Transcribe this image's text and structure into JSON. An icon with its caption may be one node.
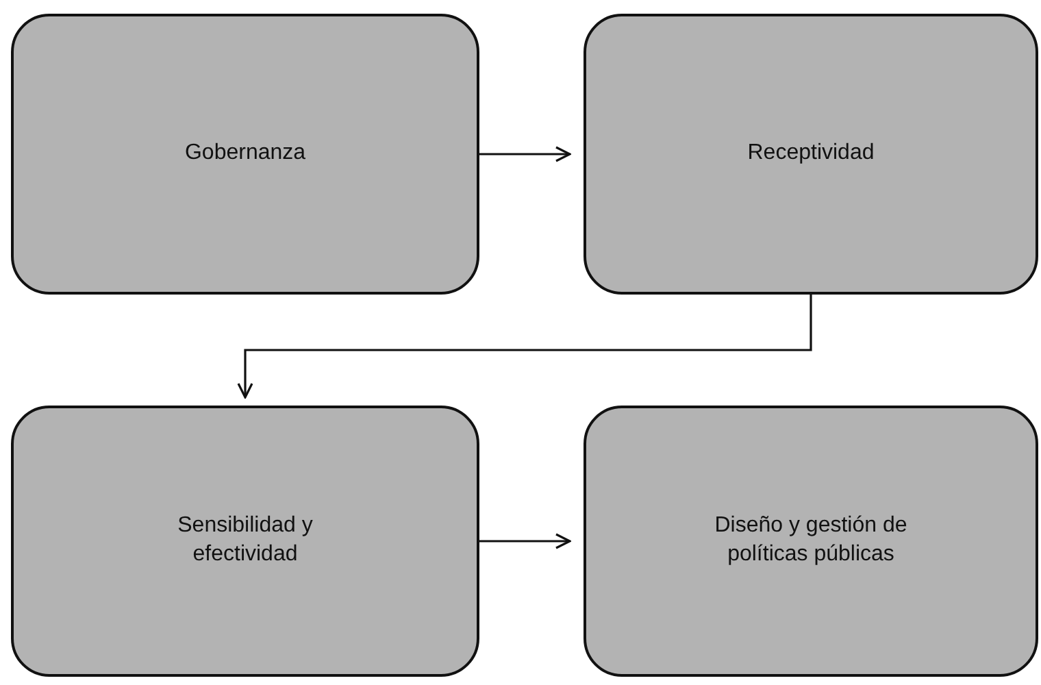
{
  "diagram": {
    "nodes": [
      {
        "text": [
          "Gobernanza"
        ]
      },
      {
        "text": [
          "Receptividad"
        ]
      },
      {
        "text": [
          "Sensibilidad y efectividad"
        ]
      },
      {
        "text": [
          "Diseño y gestión de políticas públicas"
        ]
      }
    ],
    "edges": [
      {
        "from": 0,
        "to": 1,
        "arrow": "to"
      },
      {
        "from": 1,
        "to": 2,
        "arrow": "to"
      },
      {
        "from": 2,
        "to": 3,
        "arrow": "to"
      }
    ]
  }
}
